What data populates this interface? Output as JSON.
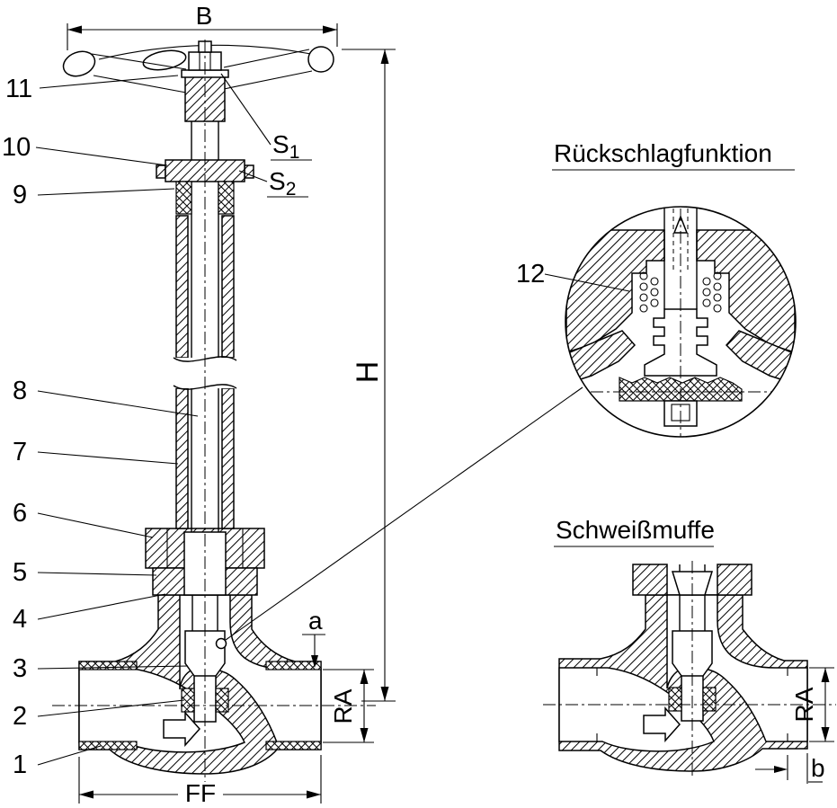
{
  "drawing": {
    "background": "#ffffff",
    "line_color": "#000000"
  },
  "callouts": {
    "c1": "1",
    "c2": "2",
    "c3": "3",
    "c4": "4",
    "c5": "5",
    "c6": "6",
    "c7": "7",
    "c8": "8",
    "c9": "9",
    "c10": "10",
    "c11": "11",
    "c12": "12"
  },
  "dims": {
    "B": "B",
    "H": "H",
    "S_letter": "S",
    "S1_sub": "1",
    "S2_sub": "2",
    "a": "a",
    "RA": "RA",
    "FF": "FF",
    "b": "b",
    "RA_detail": "RA"
  },
  "details": {
    "check_function_title": "Rückschlagfunktion",
    "weld_socket_title": "Schweißmuffe"
  }
}
